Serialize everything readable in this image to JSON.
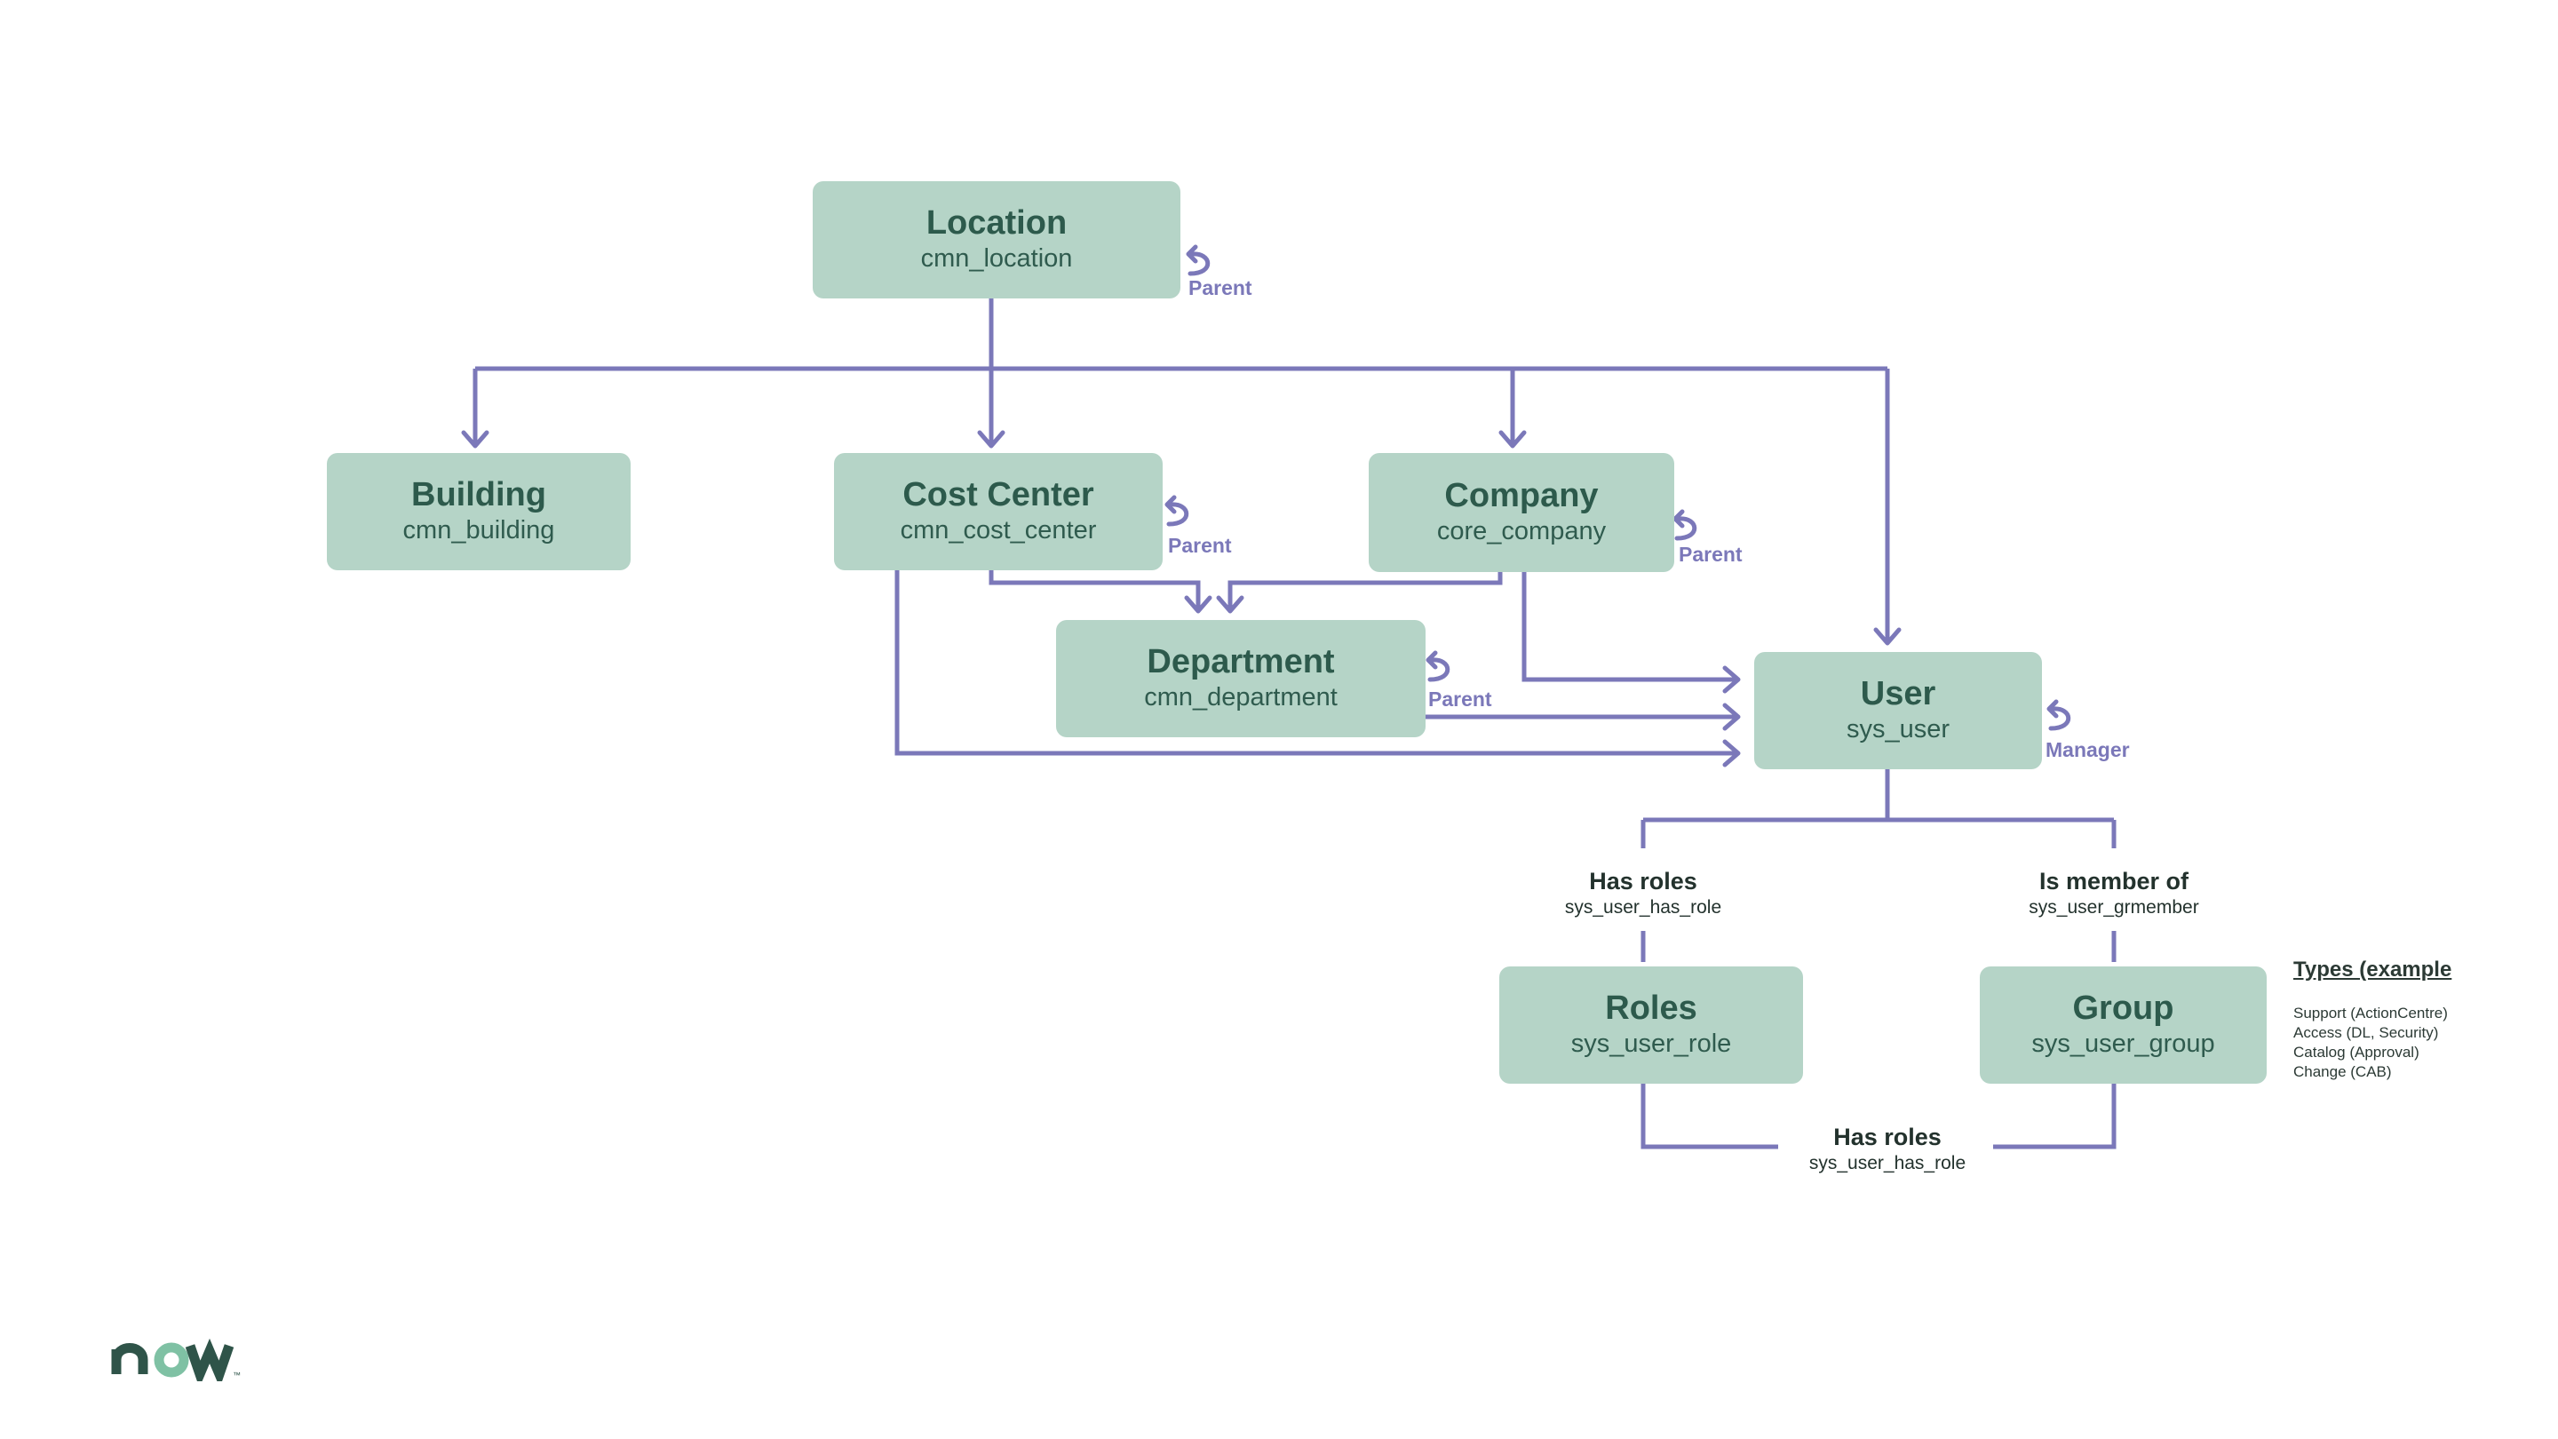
{
  "nodes": {
    "location": {
      "title": "Location",
      "table": "cmn_location"
    },
    "building": {
      "title": "Building",
      "table": "cmn_building"
    },
    "cost_center": {
      "title": "Cost Center",
      "table": "cmn_cost_center"
    },
    "company": {
      "title": "Company",
      "table": "core_company"
    },
    "department": {
      "title": "Department",
      "table": "cmn_department"
    },
    "user": {
      "title": "User",
      "table": "sys_user"
    },
    "roles": {
      "title": "Roles",
      "table": "sys_user_role"
    },
    "group": {
      "title": "Group",
      "table": "sys_user_group"
    }
  },
  "self_refs": {
    "location": "Parent",
    "cost_center": "Parent",
    "company": "Parent",
    "department": "Parent",
    "user": "Manager"
  },
  "relations": {
    "user_roles": {
      "label": "Has roles",
      "table": "sys_user_has_role"
    },
    "user_group": {
      "label": "Is member of",
      "table": "sys_user_grmember"
    },
    "group_roles": {
      "label": "Has roles",
      "table": "sys_user_has_role"
    }
  },
  "types_note": {
    "heading": "Types (example",
    "items": [
      "Support (ActionCentre)",
      "Access (DL, Security)",
      "Catalog (Approval)",
      "Change (CAB)"
    ]
  },
  "logo": {
    "text": "now",
    "mark": "™"
  },
  "colors": {
    "node_fill": "#b5d4c7",
    "node_text": "#2d5a4c",
    "connector": "#7b78b9",
    "label_text": "#23322d"
  }
}
